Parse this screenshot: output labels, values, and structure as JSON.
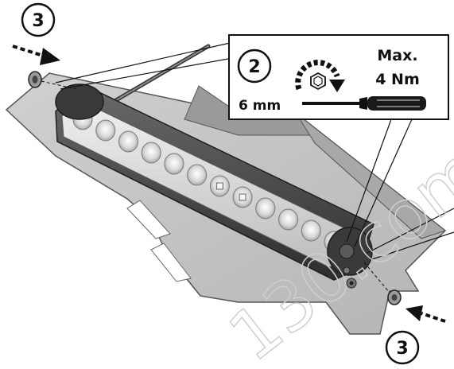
{
  "callouts": {
    "step_top": "3",
    "step_bottom": "3",
    "step_detail": "2"
  },
  "detail": {
    "tool_size": "6 mm",
    "torque_line1": "Max.",
    "torque_line2": "4 Nm"
  },
  "watermark": "130.com",
  "colors": {
    "plate_fill": "#c4c4c4",
    "plate_shadow": "#8c8c8c",
    "housing": "#4a4a4a",
    "housing_dark": "#2c2c2c",
    "lens": "#dcdcdc",
    "ink": "#111111"
  }
}
